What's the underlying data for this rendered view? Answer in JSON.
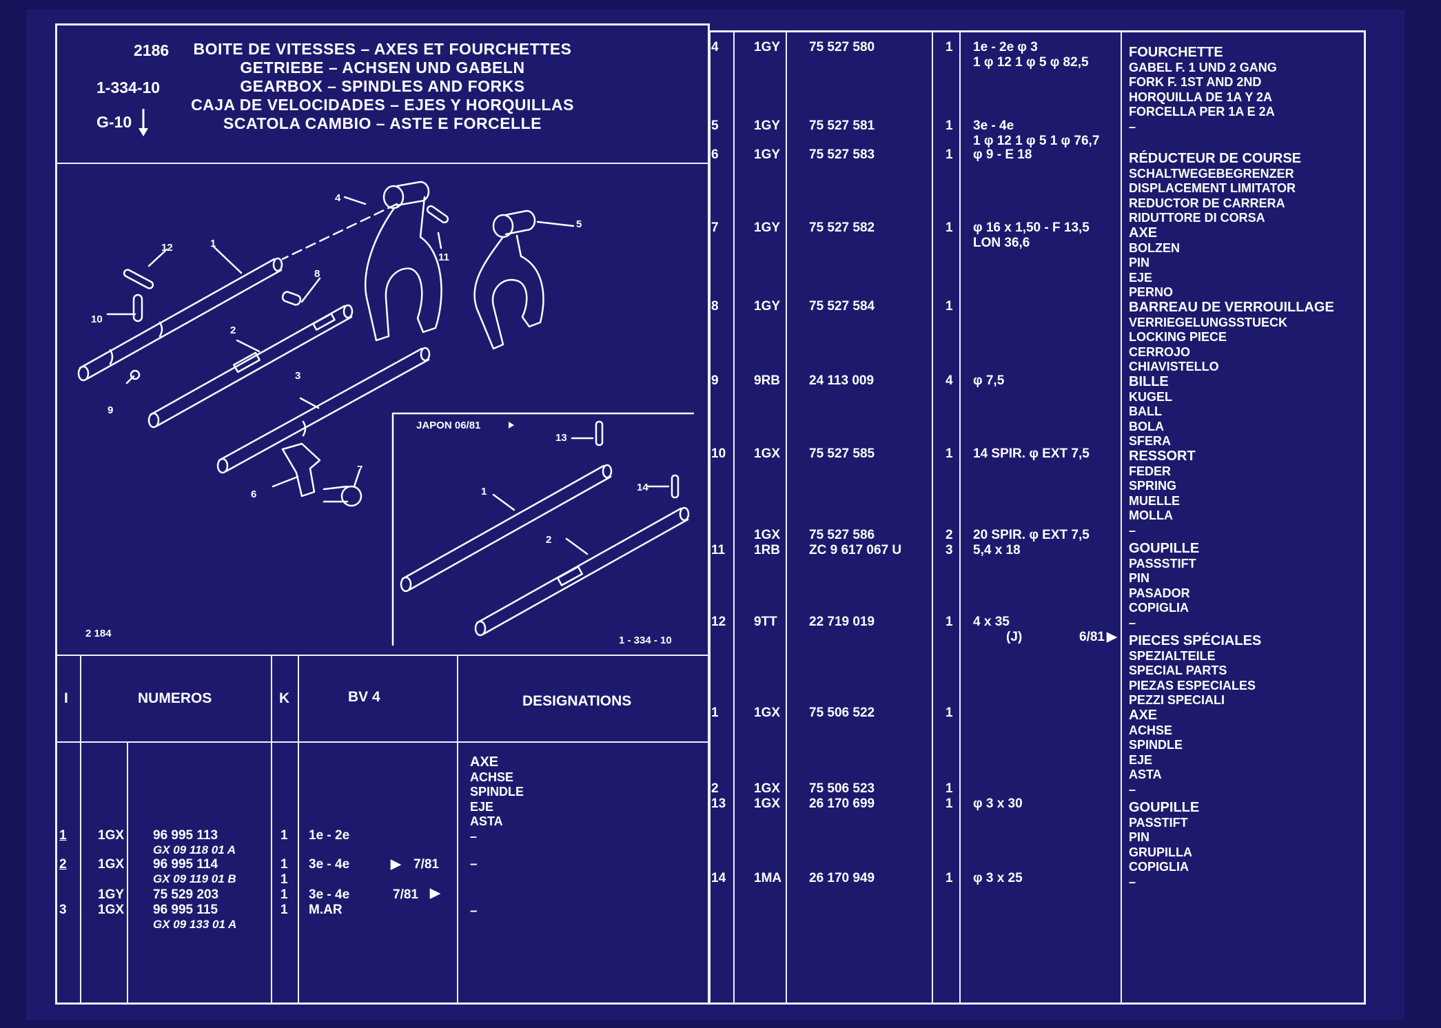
{
  "header": {
    "ref_number": "2186",
    "catalog_code": "1-334-10",
    "group_code": "G-10",
    "titles": [
      "BOITE DE VITESSES – AXES ET FOURCHETTES",
      "GETRIEBE – ACHSEN UND GABELN",
      "GEARBOX – SPINDLES AND FORKS",
      "CAJA DE VELOCIDADES – EJES Y HORQUILLAS",
      "SCATOLA CAMBIO – ASTE E FORCELLE"
    ]
  },
  "drawing": {
    "ref_bottom": "2 184",
    "inset_title": "JAPON 06/81",
    "inset_ref": "1 - 334 - 10",
    "callouts": [
      "1",
      "2",
      "3",
      "4",
      "5",
      "6",
      "7",
      "8",
      "9",
      "10",
      "11",
      "12"
    ],
    "inset_callouts": [
      "1",
      "2",
      "13",
      "14"
    ]
  },
  "table_header": {
    "col_i": "I",
    "col_numeros": "NUMEROS",
    "col_k": "K",
    "col_bv": "BV 4",
    "col_designations": "DESIGNATIONS"
  },
  "left_rows": [
    {
      "i": "1",
      "code": "1GX",
      "num": "96 995 113",
      "sub": "GX 09 118 01 A",
      "k": "1",
      "bv": "1e - 2e",
      "date": "",
      "des": "–"
    },
    {
      "i": "2",
      "code": "1GX",
      "num": "96 995 114",
      "sub": "GX 09 119 01 B",
      "k": "1",
      "bv": "3e - 4e",
      "date": "7/81",
      "des": "–"
    },
    {
      "i": "",
      "code": "1GY",
      "num": "75 529 203",
      "sub": "",
      "k": "1",
      "bv": "3e - 4e",
      "date": "7/81",
      "des": ""
    },
    {
      "i": "3",
      "code": "1GX",
      "num": "96 995 115",
      "sub": "GX 09 133 01 A",
      "k": "1",
      "bv": "M.AR",
      "date": "",
      "des": "–"
    }
  ],
  "left_designation": [
    "AXE",
    "ACHSE",
    "SPINDLE",
    "EJE",
    "ASTA"
  ],
  "right_rows": [
    {
      "i": "4",
      "code": "1GY",
      "num": "75 527 580",
      "k": "1",
      "bv": "1e - 2e φ 3",
      "bv2": "1 φ 12 1 φ 5 φ 82,5"
    },
    {
      "i": "5",
      "code": "1GY",
      "num": "75 527 581",
      "k": "1",
      "bv": "3e - 4e",
      "bv2": "1 φ 12 1 φ 5 1 φ 76,7"
    },
    {
      "i": "6",
      "code": "1GY",
      "num": "75 527 583",
      "k": "1",
      "bv": "φ 9 - E 18",
      "bv2": ""
    },
    {
      "i": "7",
      "code": "1GY",
      "num": "75 527 582",
      "k": "1",
      "bv": "φ 16 x 1,50 - F 13,5",
      "bv2": "LON 36,6"
    },
    {
      "i": "8",
      "code": "1GY",
      "num": "75 527 584",
      "k": "1",
      "bv": "",
      "bv2": ""
    },
    {
      "i": "9",
      "code": "9RB",
      "num": "24 113 009",
      "k": "4",
      "bv": "φ 7,5",
      "bv2": ""
    },
    {
      "i": "10",
      "code": "1GX",
      "num": "75 527 585",
      "k": "1",
      "bv": "14 SPIR. φ EXT 7,5",
      "bv2": ""
    },
    {
      "i": "",
      "code": "1GX",
      "num": "75 527 586",
      "k": "2",
      "bv": "20 SPIR. φ EXT 7,5",
      "bv2": ""
    },
    {
      "i": "11",
      "code": "1RB",
      "num": "ZC 9 617 067 U",
      "k": "3",
      "bv": "5,4 x 18",
      "bv2": ""
    },
    {
      "i": "12",
      "code": "9TT",
      "num": "22 719 019",
      "k": "1",
      "bv": "4 x 35",
      "bv2": "(J)",
      "date": "6/81"
    },
    {
      "i": "1",
      "code": "1GX",
      "num": "75 506 522",
      "k": "1",
      "bv": "",
      "bv2": ""
    },
    {
      "i": "2",
      "code": "1GX",
      "num": "75 506 523",
      "k": "1",
      "bv": "",
      "bv2": ""
    },
    {
      "i": "13",
      "code": "1GX",
      "num": "26 170 699",
      "k": "1",
      "bv": "φ 3 x 30",
      "bv2": ""
    },
    {
      "i": "14",
      "code": "1MA",
      "num": "26 170 949",
      "k": "1",
      "bv": "φ 3 x 25",
      "bv2": ""
    }
  ],
  "designations": [
    [
      "FOURCHETTE",
      "GABEL F. 1 UND 2 GANG",
      "FORK F. 1ST AND 2ND",
      "HORQUILLA DE 1A Y 2A",
      "FORCELLA PER 1A E 2A",
      "–"
    ],
    [
      "RÉDUCTEUR DE COURSE",
      "SCHALTWEGEBEGRENZER",
      "DISPLACEMENT LIMITATOR",
      "REDUCTOR DE CARRERA",
      "RIDUTTORE DI CORSA"
    ],
    [
      "AXE",
      "BOLZEN",
      "PIN",
      "EJE",
      "PERNO"
    ],
    [
      "BARREAU DE VERROUILLAGE",
      "VERRIEGELUNGSSTUECK",
      "LOCKING PIECE",
      "CERROJO",
      "CHIAVISTELLO"
    ],
    [
      "BILLE",
      "KUGEL",
      "BALL",
      "BOLA",
      "SFERA"
    ],
    [
      "RESSORT",
      "FEDER",
      "SPRING",
      "MUELLE",
      "MOLLA",
      "–"
    ],
    [
      "GOUPILLE",
      "PASSSTIFT",
      "PIN",
      "PASADOR",
      "COPIGLIA",
      "–"
    ],
    [
      "PIECES SPÉCIALES",
      "SPEZIALTEILE",
      "SPECIAL PARTS",
      "PIEZAS ESPECIALES",
      "PEZZI SPECIALI"
    ],
    [
      "AXE",
      "ACHSE",
      "SPINDLE",
      "EJE",
      "ASTA",
      "–"
    ],
    [
      "GOUPILLE",
      "PASSTIFT",
      "PIN",
      "GRUPILLA",
      "COPIGLIA",
      "–"
    ]
  ]
}
